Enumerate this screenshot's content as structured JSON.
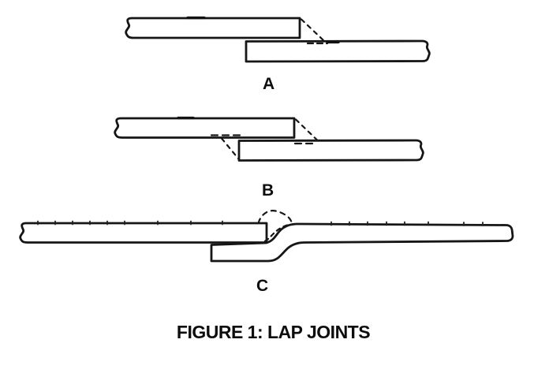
{
  "figure": {
    "caption": "FIGURE 1: LAP JOINTS",
    "background_color": "#ffffff",
    "ink_color": "#161616",
    "panels": [
      {
        "label": "A"
      },
      {
        "label": "B"
      },
      {
        "label": "C"
      }
    ]
  }
}
